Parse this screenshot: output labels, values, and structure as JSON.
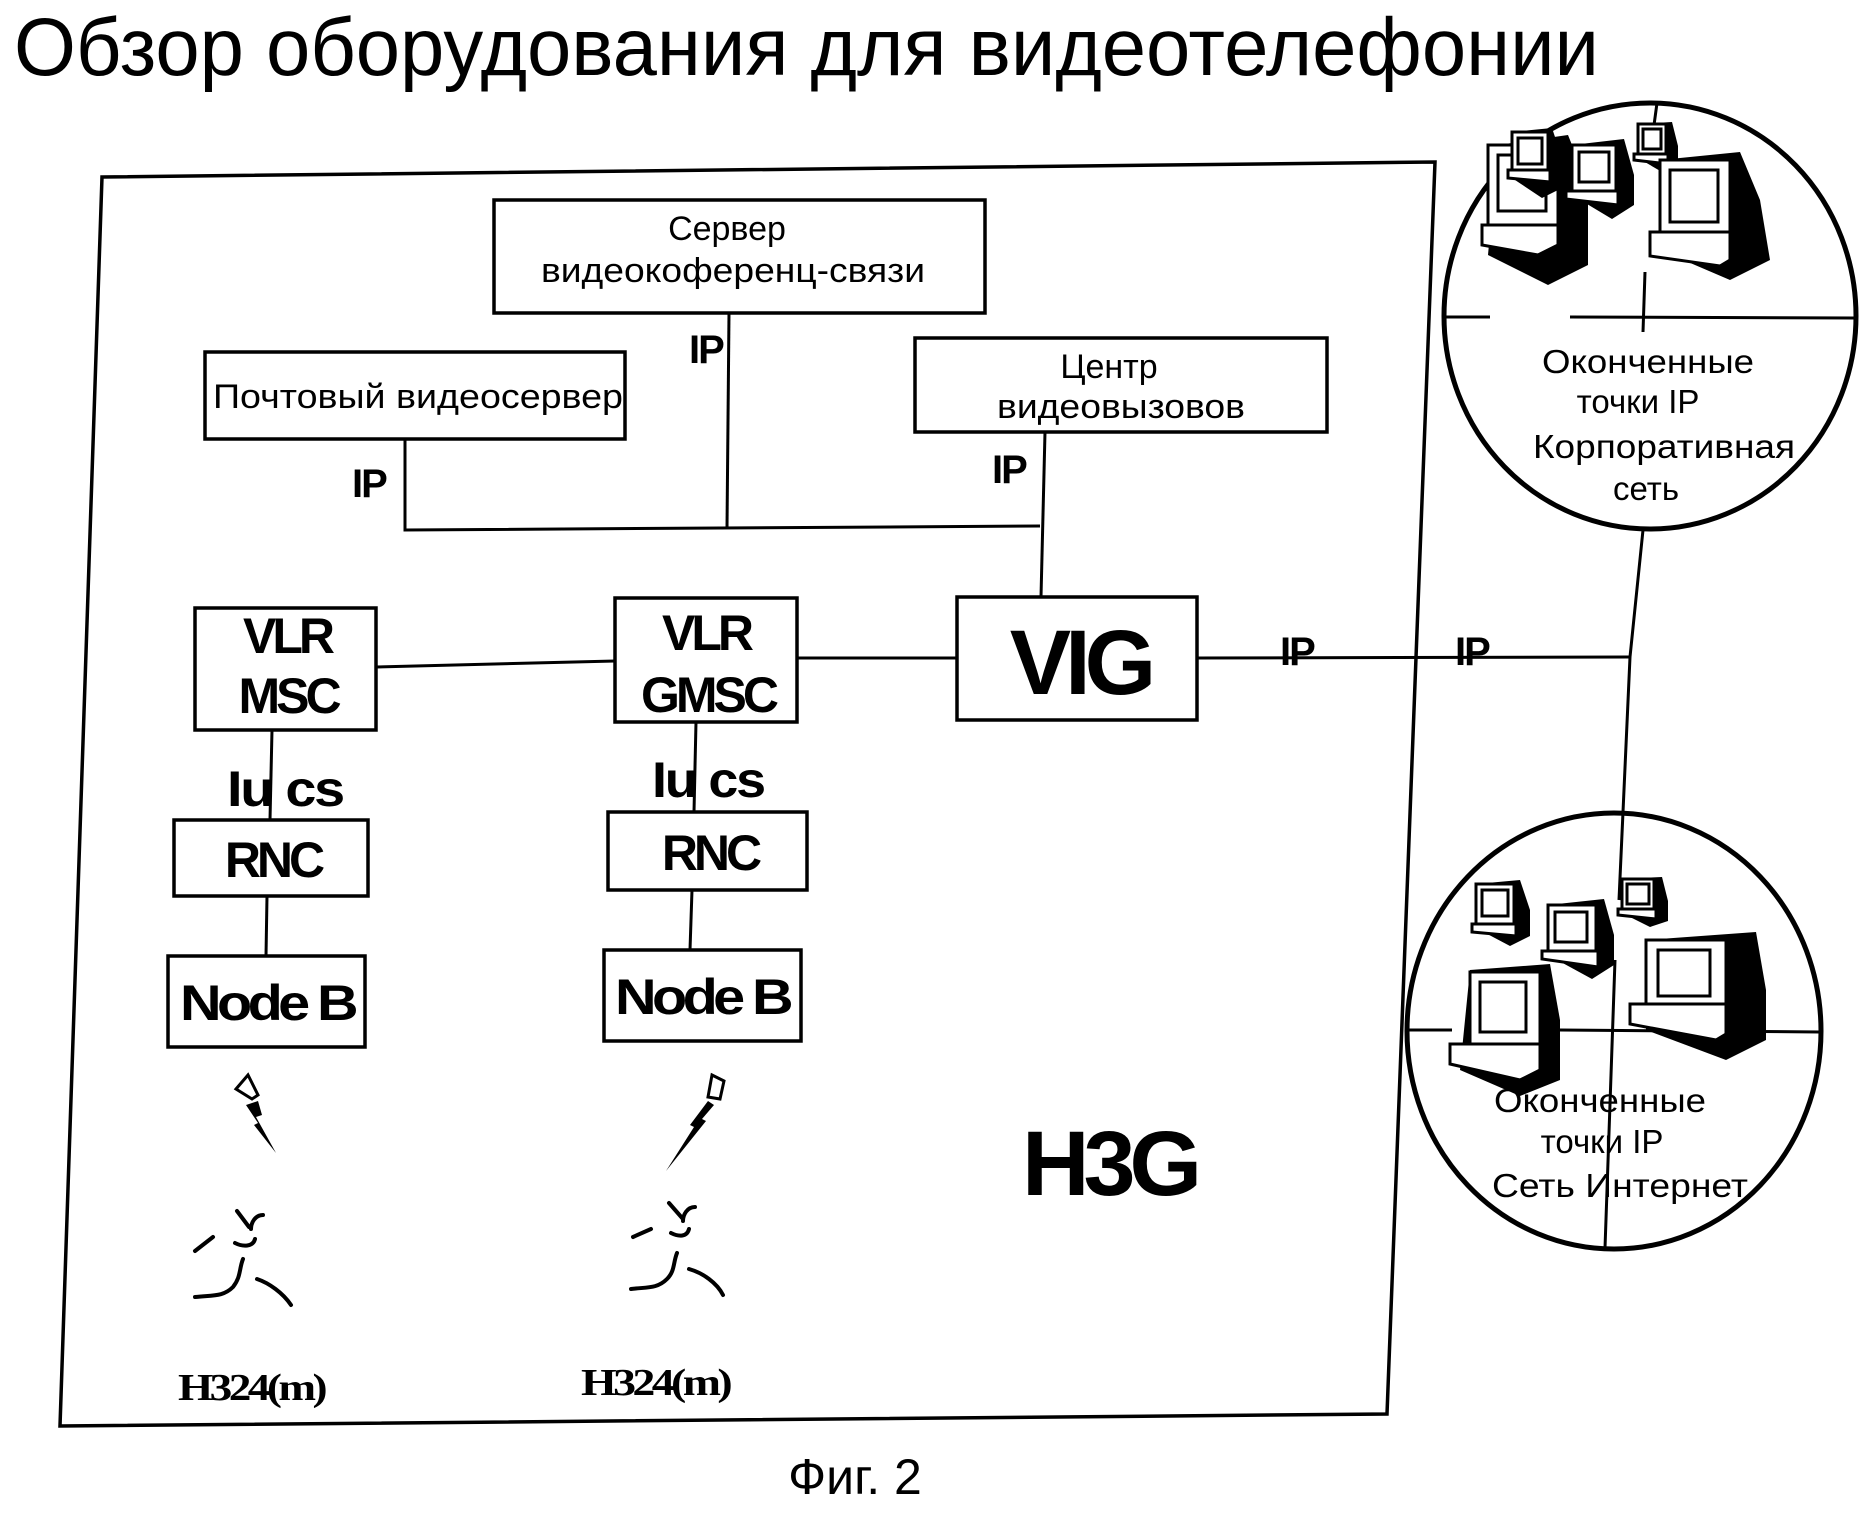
{
  "title": "Обзор оборудования для видеотелефонии",
  "caption": "Фиг. 2",
  "network_label": "H3G",
  "servers": {
    "conference": {
      "line1": "Сервер",
      "line2": "видеокоференц-связи"
    },
    "mail": {
      "line1": "Почтовый видеосервер"
    },
    "call_center": {
      "line1": "Центр",
      "line2": "видеовызовов"
    }
  },
  "links": {
    "ip_label": "IP",
    "iu_cs_label": "Iu cs"
  },
  "nodes": {
    "vig": "VIG",
    "left_core": {
      "line1": "VLR",
      "line2": "MSC"
    },
    "right_core": {
      "line1": "VLR",
      "line2": "GMSC"
    },
    "rnc": "RNC",
    "node_b": "Node B"
  },
  "terminals": {
    "left": "H324(m)",
    "right": "H324(m)",
    "icons": [
      "lightning-icon",
      "person-icon"
    ]
  },
  "endpoints": {
    "corporate": {
      "line1": "Оконченные",
      "line2": "точки IP",
      "line3": "Корпоративная",
      "line4": "сеть"
    },
    "internet": {
      "line1": "Оконченные",
      "line2": "точки IP",
      "line3": "Сеть Интернет"
    }
  }
}
